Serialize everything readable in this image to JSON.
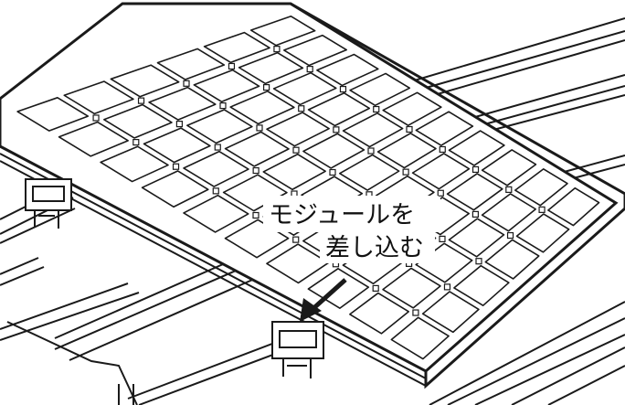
{
  "figure": {
    "callout_line1": "モジュールを",
    "callout_line2": "差し込む"
  },
  "colors": {
    "line": "#1a1a1a",
    "background": "#ffffff",
    "panel_face": "#ffffff"
  },
  "components": {
    "panel_grid_rows": 6,
    "panel_grid_cols": 10,
    "arrow_icon": "arrow-down-left-icon"
  }
}
